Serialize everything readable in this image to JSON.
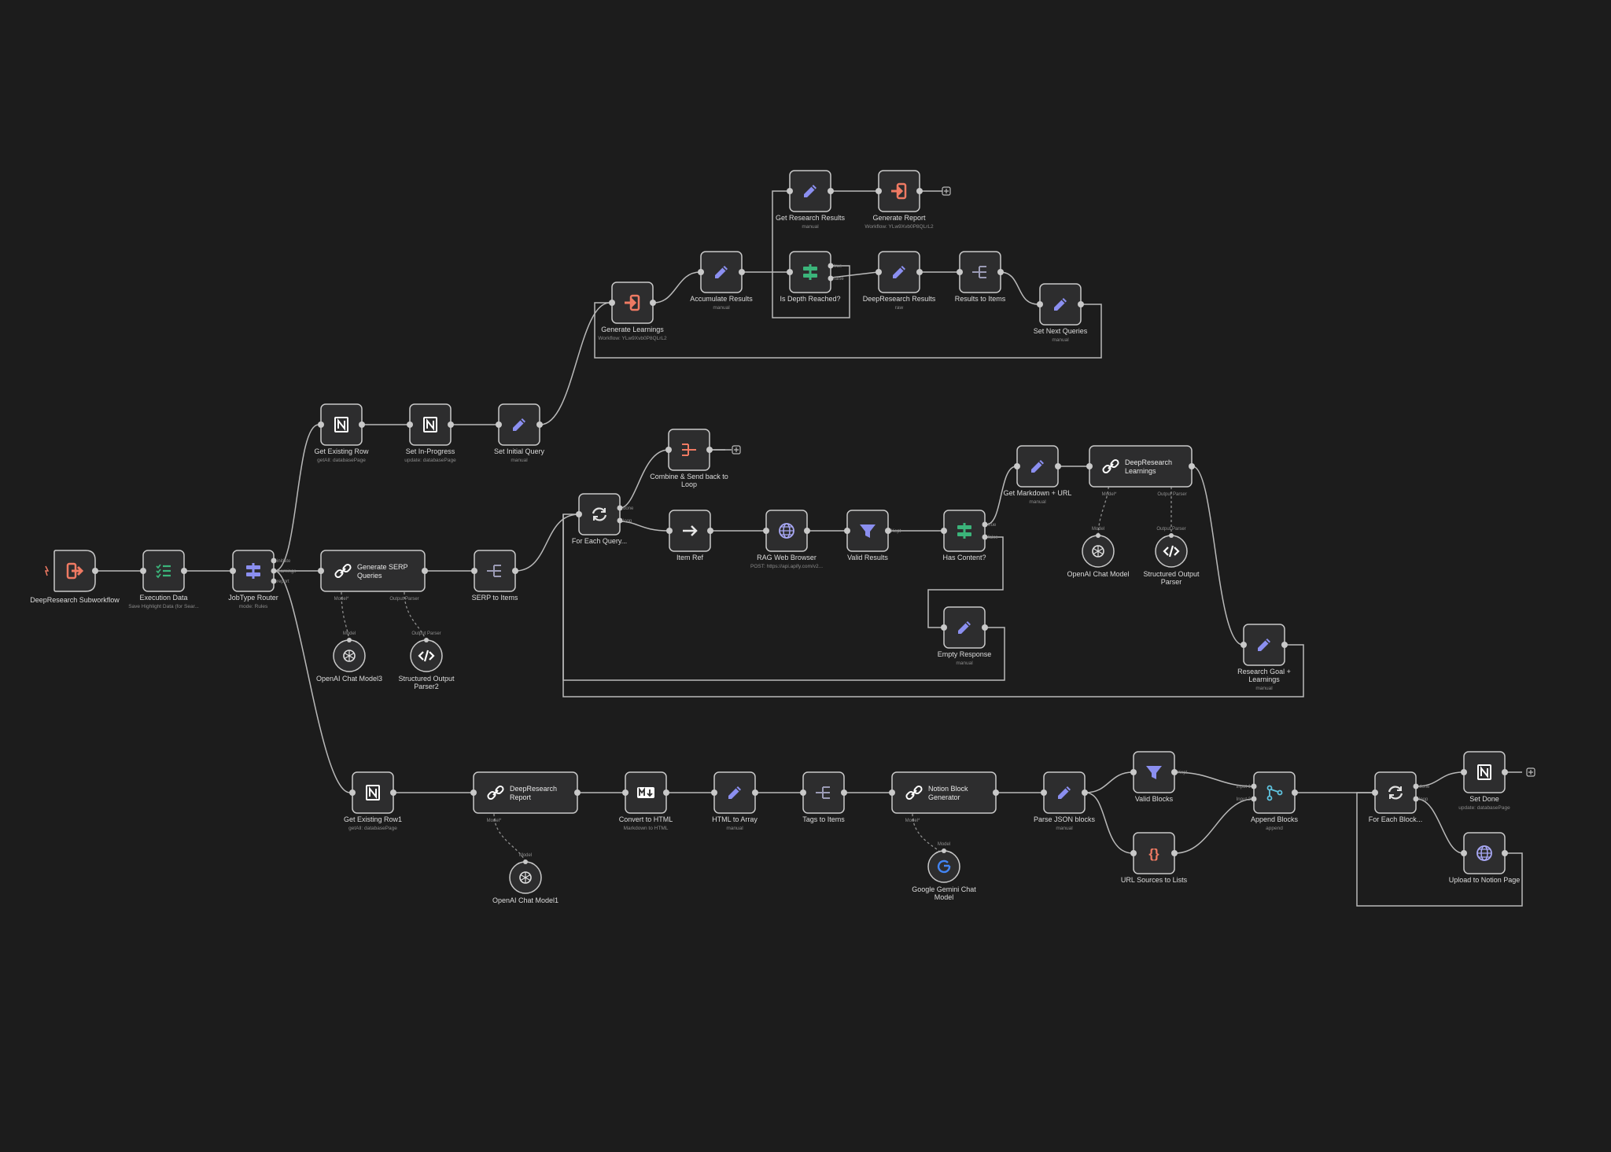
{
  "colors": {
    "background": "#1c1c1c",
    "node_fill": "#2d2d2e",
    "node_border": "#c9c9c9",
    "edge": "#b9b9b9",
    "edit_icon": "#8b8ff0",
    "notion_icon": "#ffffff",
    "trigger_icon": "#ef7a63",
    "router_icon": "#3bb47a"
  },
  "nodes": [
    {
      "id": "trigger",
      "label": "DeepResearch Subworkflow",
      "sub": "",
      "icon": "exit-icon"
    },
    {
      "id": "exec",
      "label": "Execution Data",
      "sub": "Save Highlight Data (for Sear...",
      "icon": "checklist-icon"
    },
    {
      "id": "router",
      "label": "JobType Router",
      "sub": "mode: Rules",
      "icon": "router-icon"
    },
    {
      "id": "getrow",
      "label": "Get Existing Row",
      "sub": "getAll: databasePage",
      "icon": "notion-icon"
    },
    {
      "id": "setinprog",
      "label": "Set In-Progress",
      "sub": "update: databasePage",
      "icon": "notion-icon"
    },
    {
      "id": "setinitial",
      "label": "Set Initial Query",
      "sub": "manual",
      "icon": "pencil-icon"
    },
    {
      "id": "genlearn",
      "label": "Generate Learnings",
      "sub": "Workflow: YLw9Xvb0P8QLrL2",
      "icon": "enter-icon"
    },
    {
      "id": "accum",
      "label": "Accumulate Results",
      "sub": "manual",
      "icon": "pencil-icon"
    },
    {
      "id": "getresearch",
      "label": "Get Research Results",
      "sub": "manual",
      "icon": "pencil-icon"
    },
    {
      "id": "genreport",
      "label": "Generate Report",
      "sub": "Workflow: YLw9Xvb0P8QLrL2",
      "icon": "enter-icon"
    },
    {
      "id": "depth",
      "label": "Is Depth Reached?",
      "sub": "",
      "icon": "router-icon"
    },
    {
      "id": "drresults",
      "label": "DeepResearch Results",
      "sub": "raw",
      "icon": "pencil-icon"
    },
    {
      "id": "resitems",
      "label": "Results to Items",
      "sub": "",
      "icon": "split-icon"
    },
    {
      "id": "setnext",
      "label": "Set Next Queries",
      "sub": "manual",
      "icon": "pencil-icon"
    },
    {
      "id": "genserp",
      "label": "Generate SERP Queries",
      "sub": "",
      "icon": "link-icon"
    },
    {
      "id": "serpitems",
      "label": "SERP to Items",
      "sub": "",
      "icon": "split-icon"
    },
    {
      "id": "oai3",
      "label": "OpenAI Chat Model3",
      "sub": "",
      "icon": "openai-icon"
    },
    {
      "id": "sop2",
      "label": "Structured Output Parser2",
      "sub": "",
      "icon": "code-icon"
    },
    {
      "id": "foreachq",
      "label": "For Each Query...",
      "sub": "",
      "icon": "refresh-icon"
    },
    {
      "id": "combine",
      "label": "Combine & Send back to Loop",
      "sub": "",
      "icon": "merge-icon"
    },
    {
      "id": "itemref",
      "label": "Item Ref",
      "sub": "",
      "icon": "arrow-right-icon"
    },
    {
      "id": "rag",
      "label": "RAG Web Browser",
      "sub": "POST: https://api.apify.com/v2...",
      "icon": "globe-icon"
    },
    {
      "id": "valid",
      "label": "Valid Results",
      "sub": "",
      "icon": "filter-icon"
    },
    {
      "id": "hascontent",
      "label": "Has Content?",
      "sub": "",
      "icon": "router-icon"
    },
    {
      "id": "getmd",
      "label": "Get Markdown + URL",
      "sub": "manual",
      "icon": "pencil-icon"
    },
    {
      "id": "drlearn",
      "label": "DeepResearch Learnings",
      "sub": "",
      "icon": "link-icon"
    },
    {
      "id": "oaimodel",
      "label": "OpenAI Chat Model",
      "sub": "",
      "icon": "openai-icon"
    },
    {
      "id": "sop",
      "label": "Structured Output Parser",
      "sub": "",
      "icon": "code-icon"
    },
    {
      "id": "empty",
      "label": "Empty Response",
      "sub": "manual",
      "icon": "pencil-icon"
    },
    {
      "id": "rgoal",
      "label": "Research Goal + Learnings",
      "sub": "manual",
      "icon": "pencil-icon"
    },
    {
      "id": "getrow1",
      "label": "Get Existing Row1",
      "sub": "getAll: databasePage",
      "icon": "notion-icon"
    },
    {
      "id": "drreport",
      "label": "DeepResearch Report",
      "sub": "",
      "icon": "link-icon"
    },
    {
      "id": "oai1",
      "label": "OpenAI Chat Model1",
      "sub": "",
      "icon": "openai-icon"
    },
    {
      "id": "tohtml",
      "label": "Convert to HTML",
      "sub": "Markdown to HTML",
      "icon": "markdown-icon"
    },
    {
      "id": "htmlarr",
      "label": "HTML to Array",
      "sub": "manual",
      "icon": "pencil-icon"
    },
    {
      "id": "tagsitems",
      "label": "Tags to Items",
      "sub": "",
      "icon": "split-icon"
    },
    {
      "id": "notiongen",
      "label": "Notion Block Generator",
      "sub": "",
      "icon": "link-icon"
    },
    {
      "id": "gemini",
      "label": "Google Gemini Chat Model",
      "sub": "",
      "icon": "google-icon"
    },
    {
      "id": "parsejson",
      "label": "Parse JSON blocks",
      "sub": "manual",
      "icon": "pencil-icon"
    },
    {
      "id": "validblocks",
      "label": "Valid Blocks",
      "sub": "",
      "icon": "filter-icon"
    },
    {
      "id": "urlsrc",
      "label": "URL Sources to Lists",
      "sub": "",
      "icon": "braces-icon"
    },
    {
      "id": "append",
      "label": "Append Blocks",
      "sub": "append",
      "icon": "merge-branch-icon"
    },
    {
      "id": "foreachblk",
      "label": "For Each Block...",
      "sub": "",
      "icon": "refresh-icon"
    },
    {
      "id": "setdone",
      "label": "Set Done",
      "sub": "update: databasePage",
      "icon": "notion-icon"
    },
    {
      "id": "upload",
      "label": "Upload to Notion Page",
      "sub": "",
      "icon": "globe-icon"
    }
  ],
  "port_labels": {
    "router_out1": "initiate",
    "router_out2": "learnings",
    "router_out3": "report",
    "model_star": "Model*",
    "model": "Model",
    "output_parser": "Output Parser",
    "true": "true",
    "false": "false",
    "done": "done",
    "loop": "loop",
    "kept": "Kept",
    "input1": "Input 1",
    "input2": "Input 2"
  }
}
